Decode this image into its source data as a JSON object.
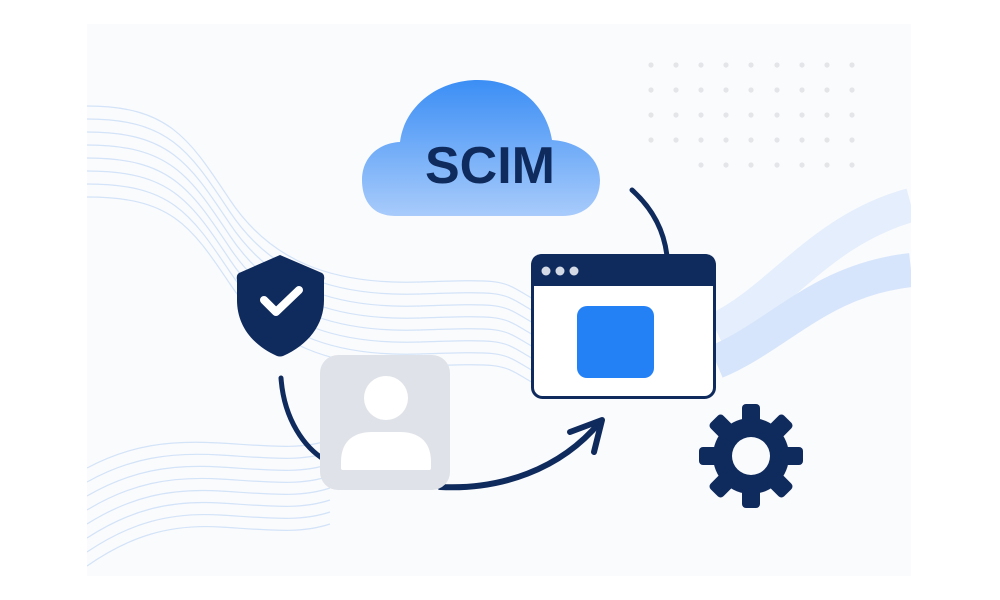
{
  "illustration": {
    "title": "SCIM provisioning illustration",
    "cloud": {
      "label": "SCIM",
      "gradient_top": "#3b8ef5",
      "gradient_bottom": "#a8cbfb"
    },
    "icons": [
      {
        "name": "cloud-icon",
        "label": "SCIM"
      },
      {
        "name": "shield-check-icon"
      },
      {
        "name": "user-avatar-icon"
      },
      {
        "name": "app-window-icon"
      },
      {
        "name": "gear-icon"
      },
      {
        "name": "arrow-icon"
      }
    ],
    "colors": {
      "navy": "#0f2a5c",
      "accent_blue": "#2480f5",
      "avatar_card": "#dfe2e8",
      "panel_bg": "#fafbfd",
      "wave_line": "#cfe0f8",
      "ribbon": "#dbe8fc",
      "dot": "#e3e5e8"
    }
  }
}
